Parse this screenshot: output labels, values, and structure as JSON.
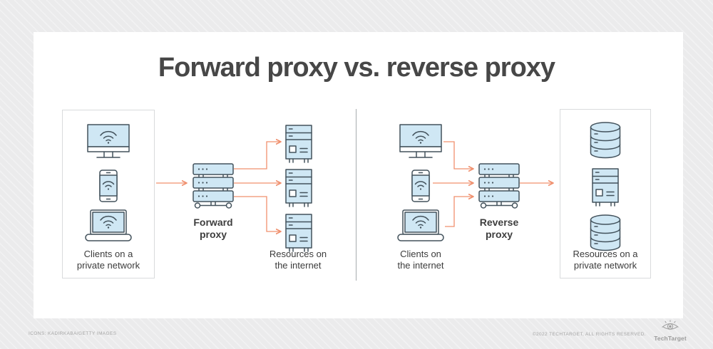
{
  "title": "Forward proxy vs. reverse proxy",
  "left": {
    "clients": {
      "line1": "Clients on a",
      "line2": "private network"
    },
    "proxy": {
      "line1": "Forward",
      "line2": "proxy"
    },
    "resources": {
      "line1": "Resources on",
      "line2": "the internet"
    }
  },
  "right": {
    "clients": {
      "line1": "Clients on",
      "line2": "the internet"
    },
    "proxy": {
      "line1": "Reverse",
      "line2": "proxy"
    },
    "resources": {
      "line1": "Resources on a",
      "line2": "private network"
    }
  },
  "footer": {
    "icons_credit": "ICONS: KADIRKABA/GETTY IMAGES",
    "copyright": "©2022 TECHTARGET, ALL RIGHTS RESERVED.",
    "brand": "TechTarget"
  },
  "icons": {
    "client_devices": [
      "desktop-monitor-icon",
      "smartphone-icon",
      "laptop-icon"
    ],
    "proxy": "server-stack-icon",
    "internet_resource": "server-tower-icon",
    "private_resource": "database-icon",
    "brand_logo": "techtarget-eye-logo"
  },
  "colors": {
    "page_bg": "#ececed",
    "card_bg": "#ffffff",
    "icon_fill": "#cfe7f4",
    "icon_stroke": "#43525c",
    "arrow": "#f0906e",
    "box_border": "#d9dbdc",
    "title_text": "#474747",
    "label_text": "#3b3b3b",
    "muted_text": "#a5a5a5"
  }
}
